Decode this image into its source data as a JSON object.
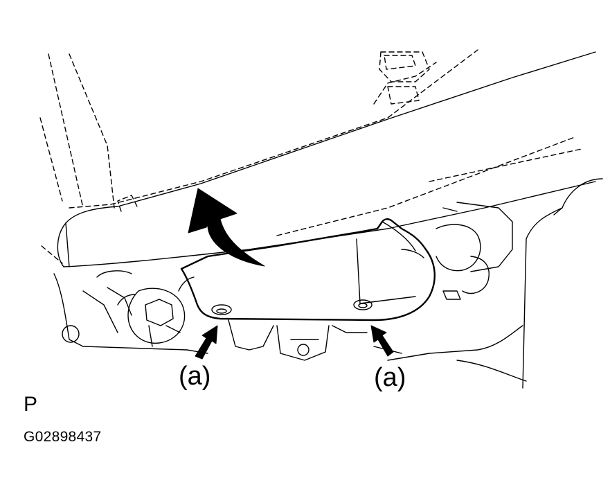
{
  "callouts": {
    "left": "(a)",
    "right": "(a)"
  },
  "view_letter": "P",
  "figure_code": "G02898437",
  "colors": {
    "ink": "#000000",
    "paper": "#ffffff"
  },
  "icons": [
    "curved-arrow-icon",
    "pointer-arrow-icon"
  ]
}
